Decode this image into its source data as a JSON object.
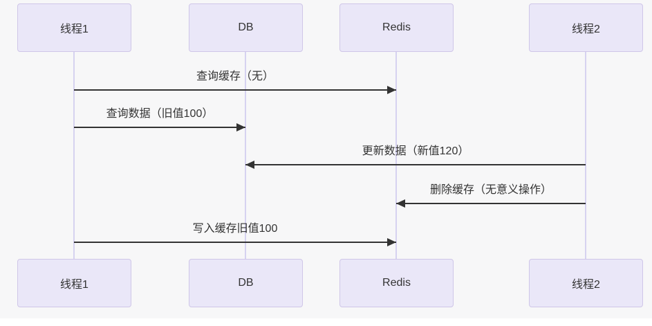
{
  "diagram": {
    "type": "sequence-diagram",
    "actors": [
      {
        "id": "thread1",
        "label": "线程1"
      },
      {
        "id": "db",
        "label": "DB"
      },
      {
        "id": "redis",
        "label": "Redis"
      },
      {
        "id": "thread2",
        "label": "线程2"
      }
    ],
    "messages": [
      {
        "from": "线程1",
        "to": "Redis",
        "direction": "right",
        "label": "查询缓存（无）"
      },
      {
        "from": "线程1",
        "to": "DB",
        "direction": "right",
        "label": "查询数据（旧值100）"
      },
      {
        "from": "线程2",
        "to": "DB",
        "direction": "left",
        "label": "更新数据（新值120）"
      },
      {
        "from": "线程2",
        "to": "Redis",
        "direction": "left",
        "label": "删除缓存（无意义操作）"
      },
      {
        "from": "线程1",
        "to": "Redis",
        "direction": "right",
        "label": "写入缓存旧值100"
      }
    ],
    "colors": {
      "canvas_background": "#f7f7f8",
      "actor_fill": "#eae7f8",
      "actor_border": "#cfc6e8",
      "lifeline": "#d6d2f0",
      "message_line": "#333333",
      "text": "#333333"
    }
  }
}
